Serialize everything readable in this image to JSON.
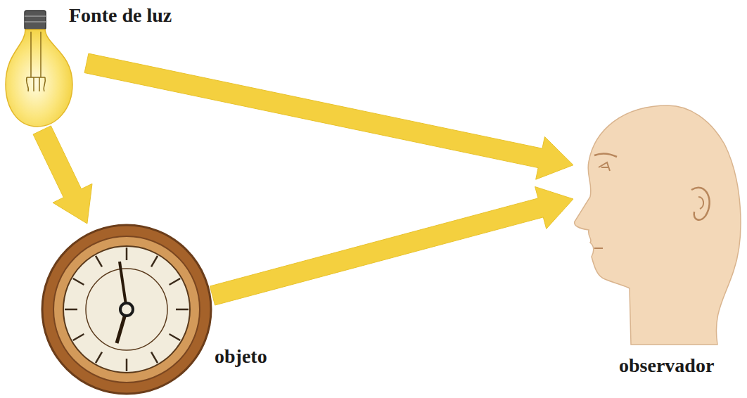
{
  "diagram": {
    "nodes": [
      {
        "text": [
          "Fonte de luz"
        ]
      },
      {
        "text": [
          "objeto"
        ]
      },
      {
        "text": [
          "observador"
        ]
      }
    ],
    "edges": [
      {
        "from": 0,
        "to": 2,
        "arrow": "to"
      },
      {
        "from": 0,
        "to": 1,
        "arrow": "to"
      },
      {
        "from": 1,
        "to": 2,
        "arrow": "to"
      }
    ]
  }
}
